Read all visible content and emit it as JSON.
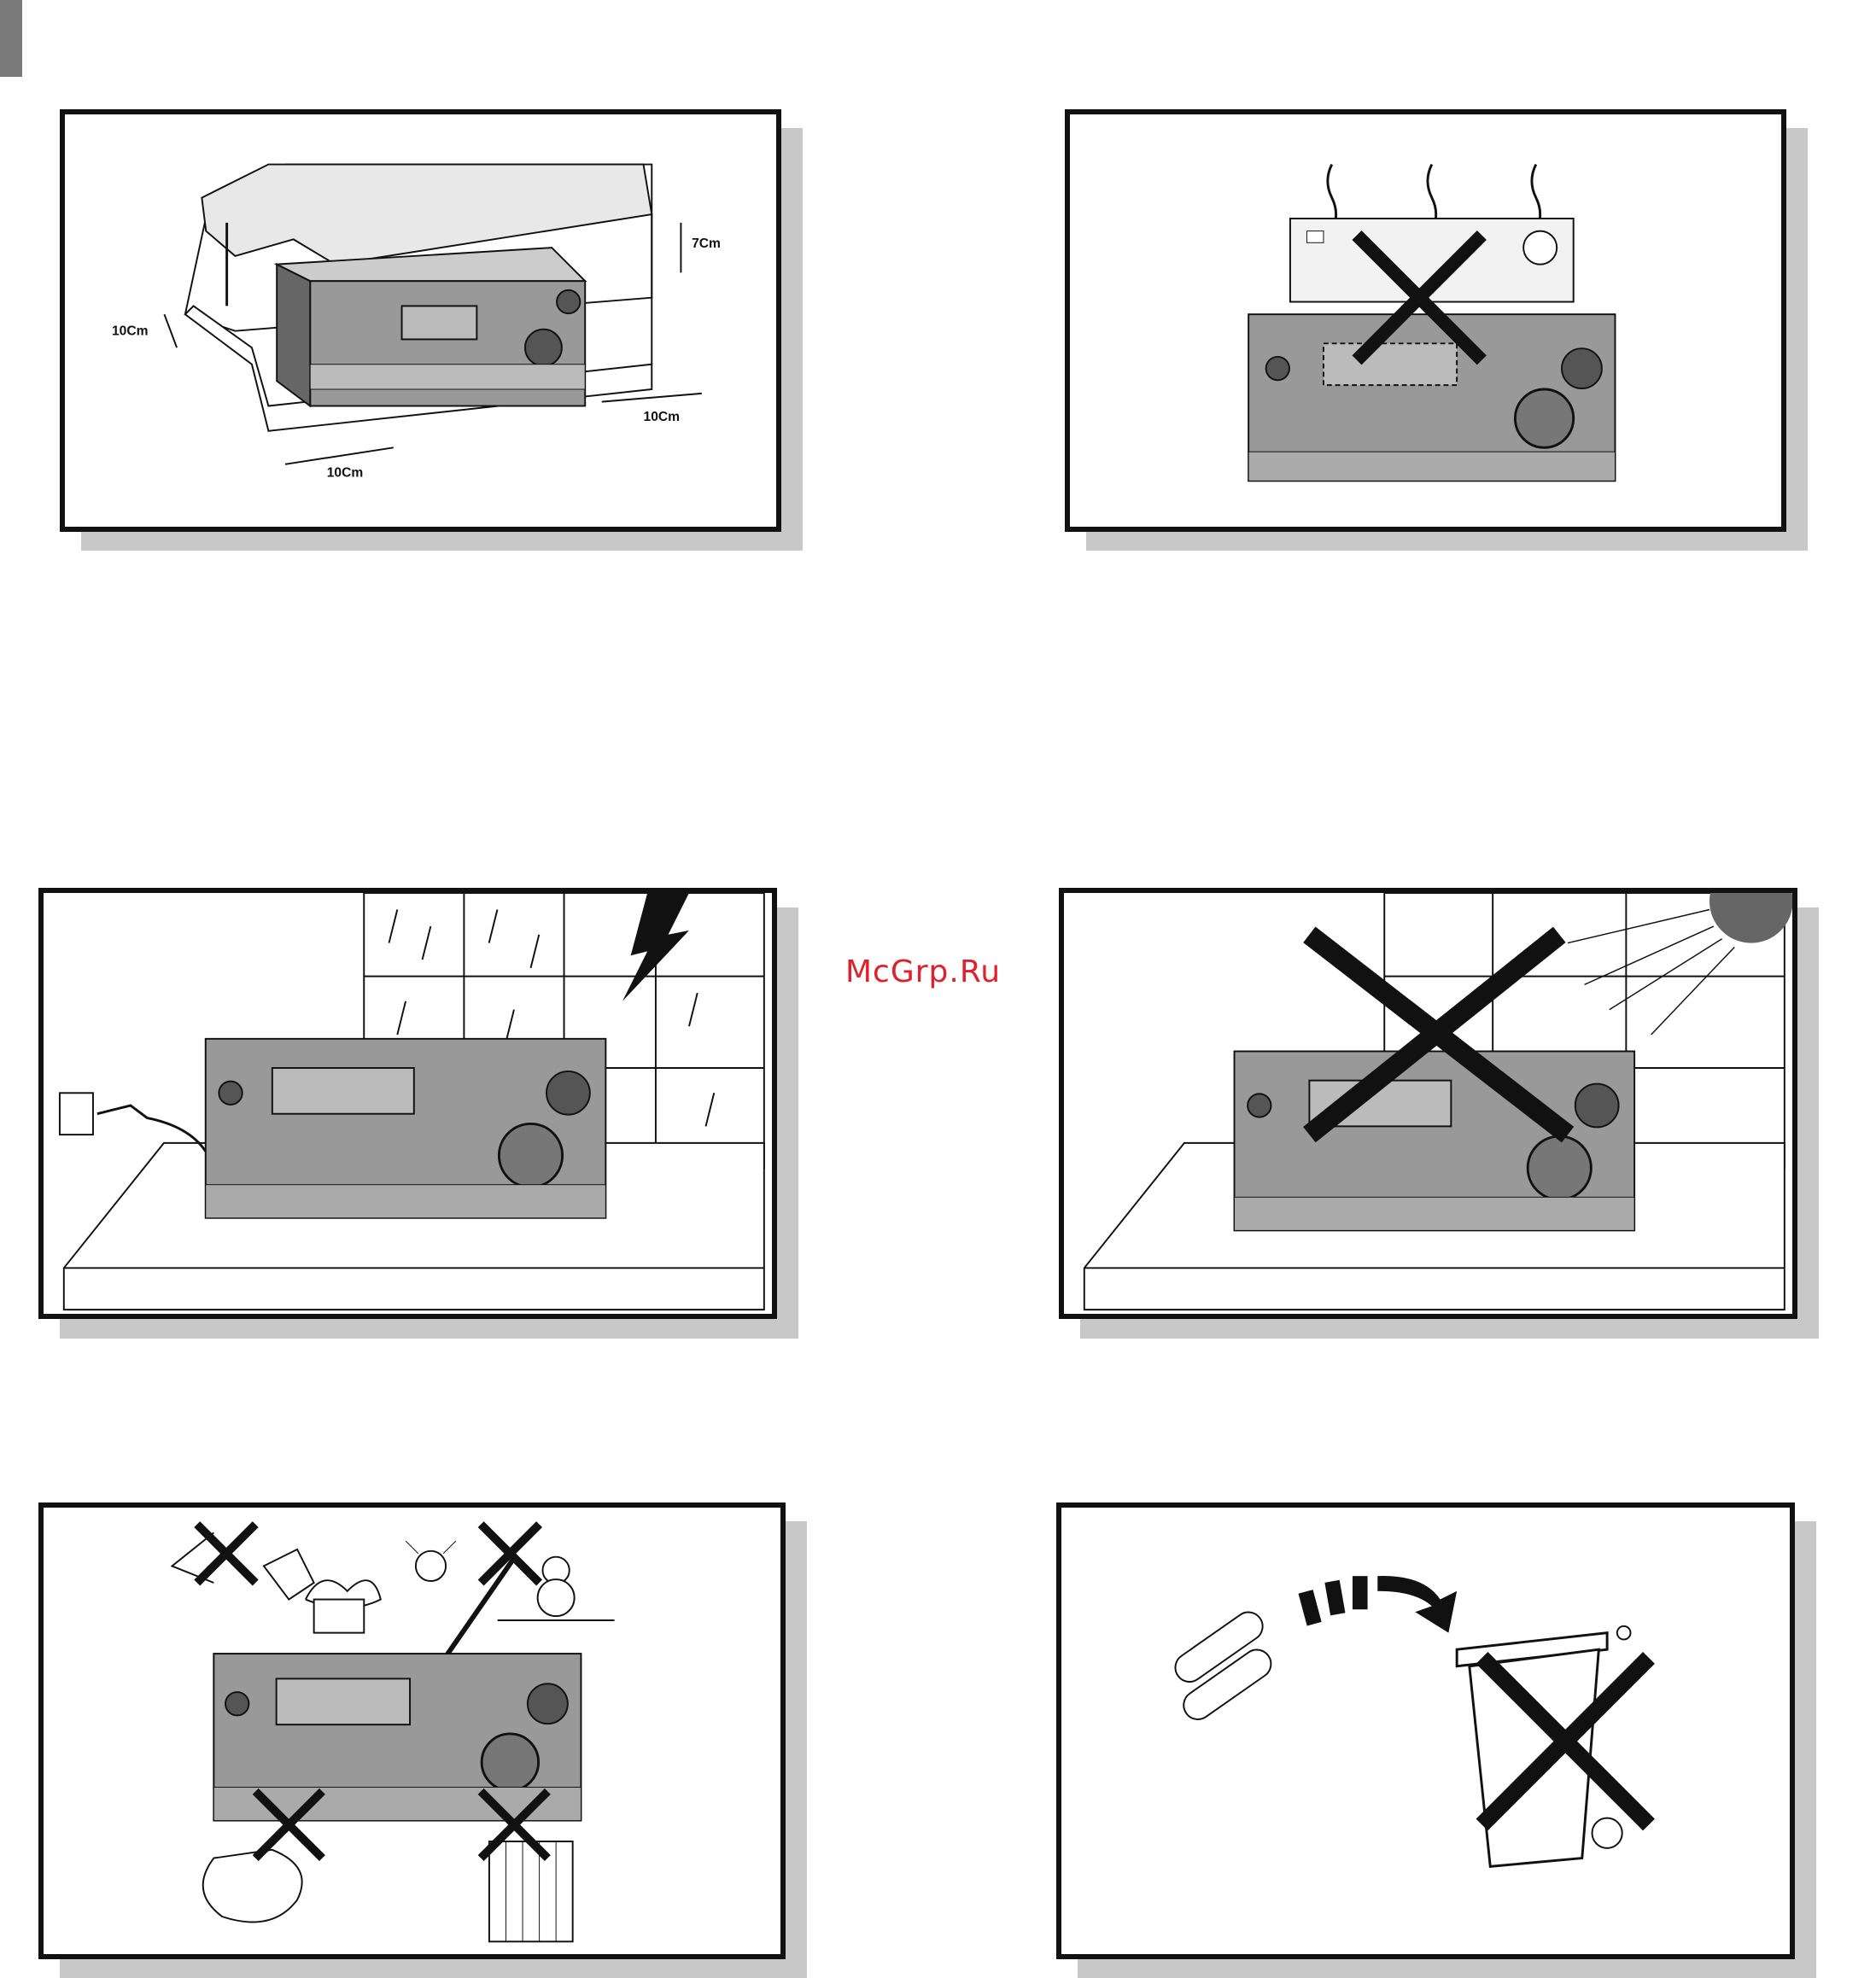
{
  "panels": [
    {
      "name": "ventilation-clearance",
      "crossed": false,
      "labels": {
        "top": "7Cm",
        "left": "10Cm",
        "right": "10Cm",
        "bottom": "10Cm"
      }
    },
    {
      "name": "no-stacking-heat-sources",
      "crossed": true
    },
    {
      "name": "unplug-during-storm",
      "crossed": false
    },
    {
      "name": "avoid-direct-sunlight",
      "crossed": true
    },
    {
      "name": "avoid-moisture-heat-cold",
      "crossed": true
    },
    {
      "name": "battery-disposal",
      "crossed": true
    }
  ],
  "watermark": "McGrp.Ru"
}
